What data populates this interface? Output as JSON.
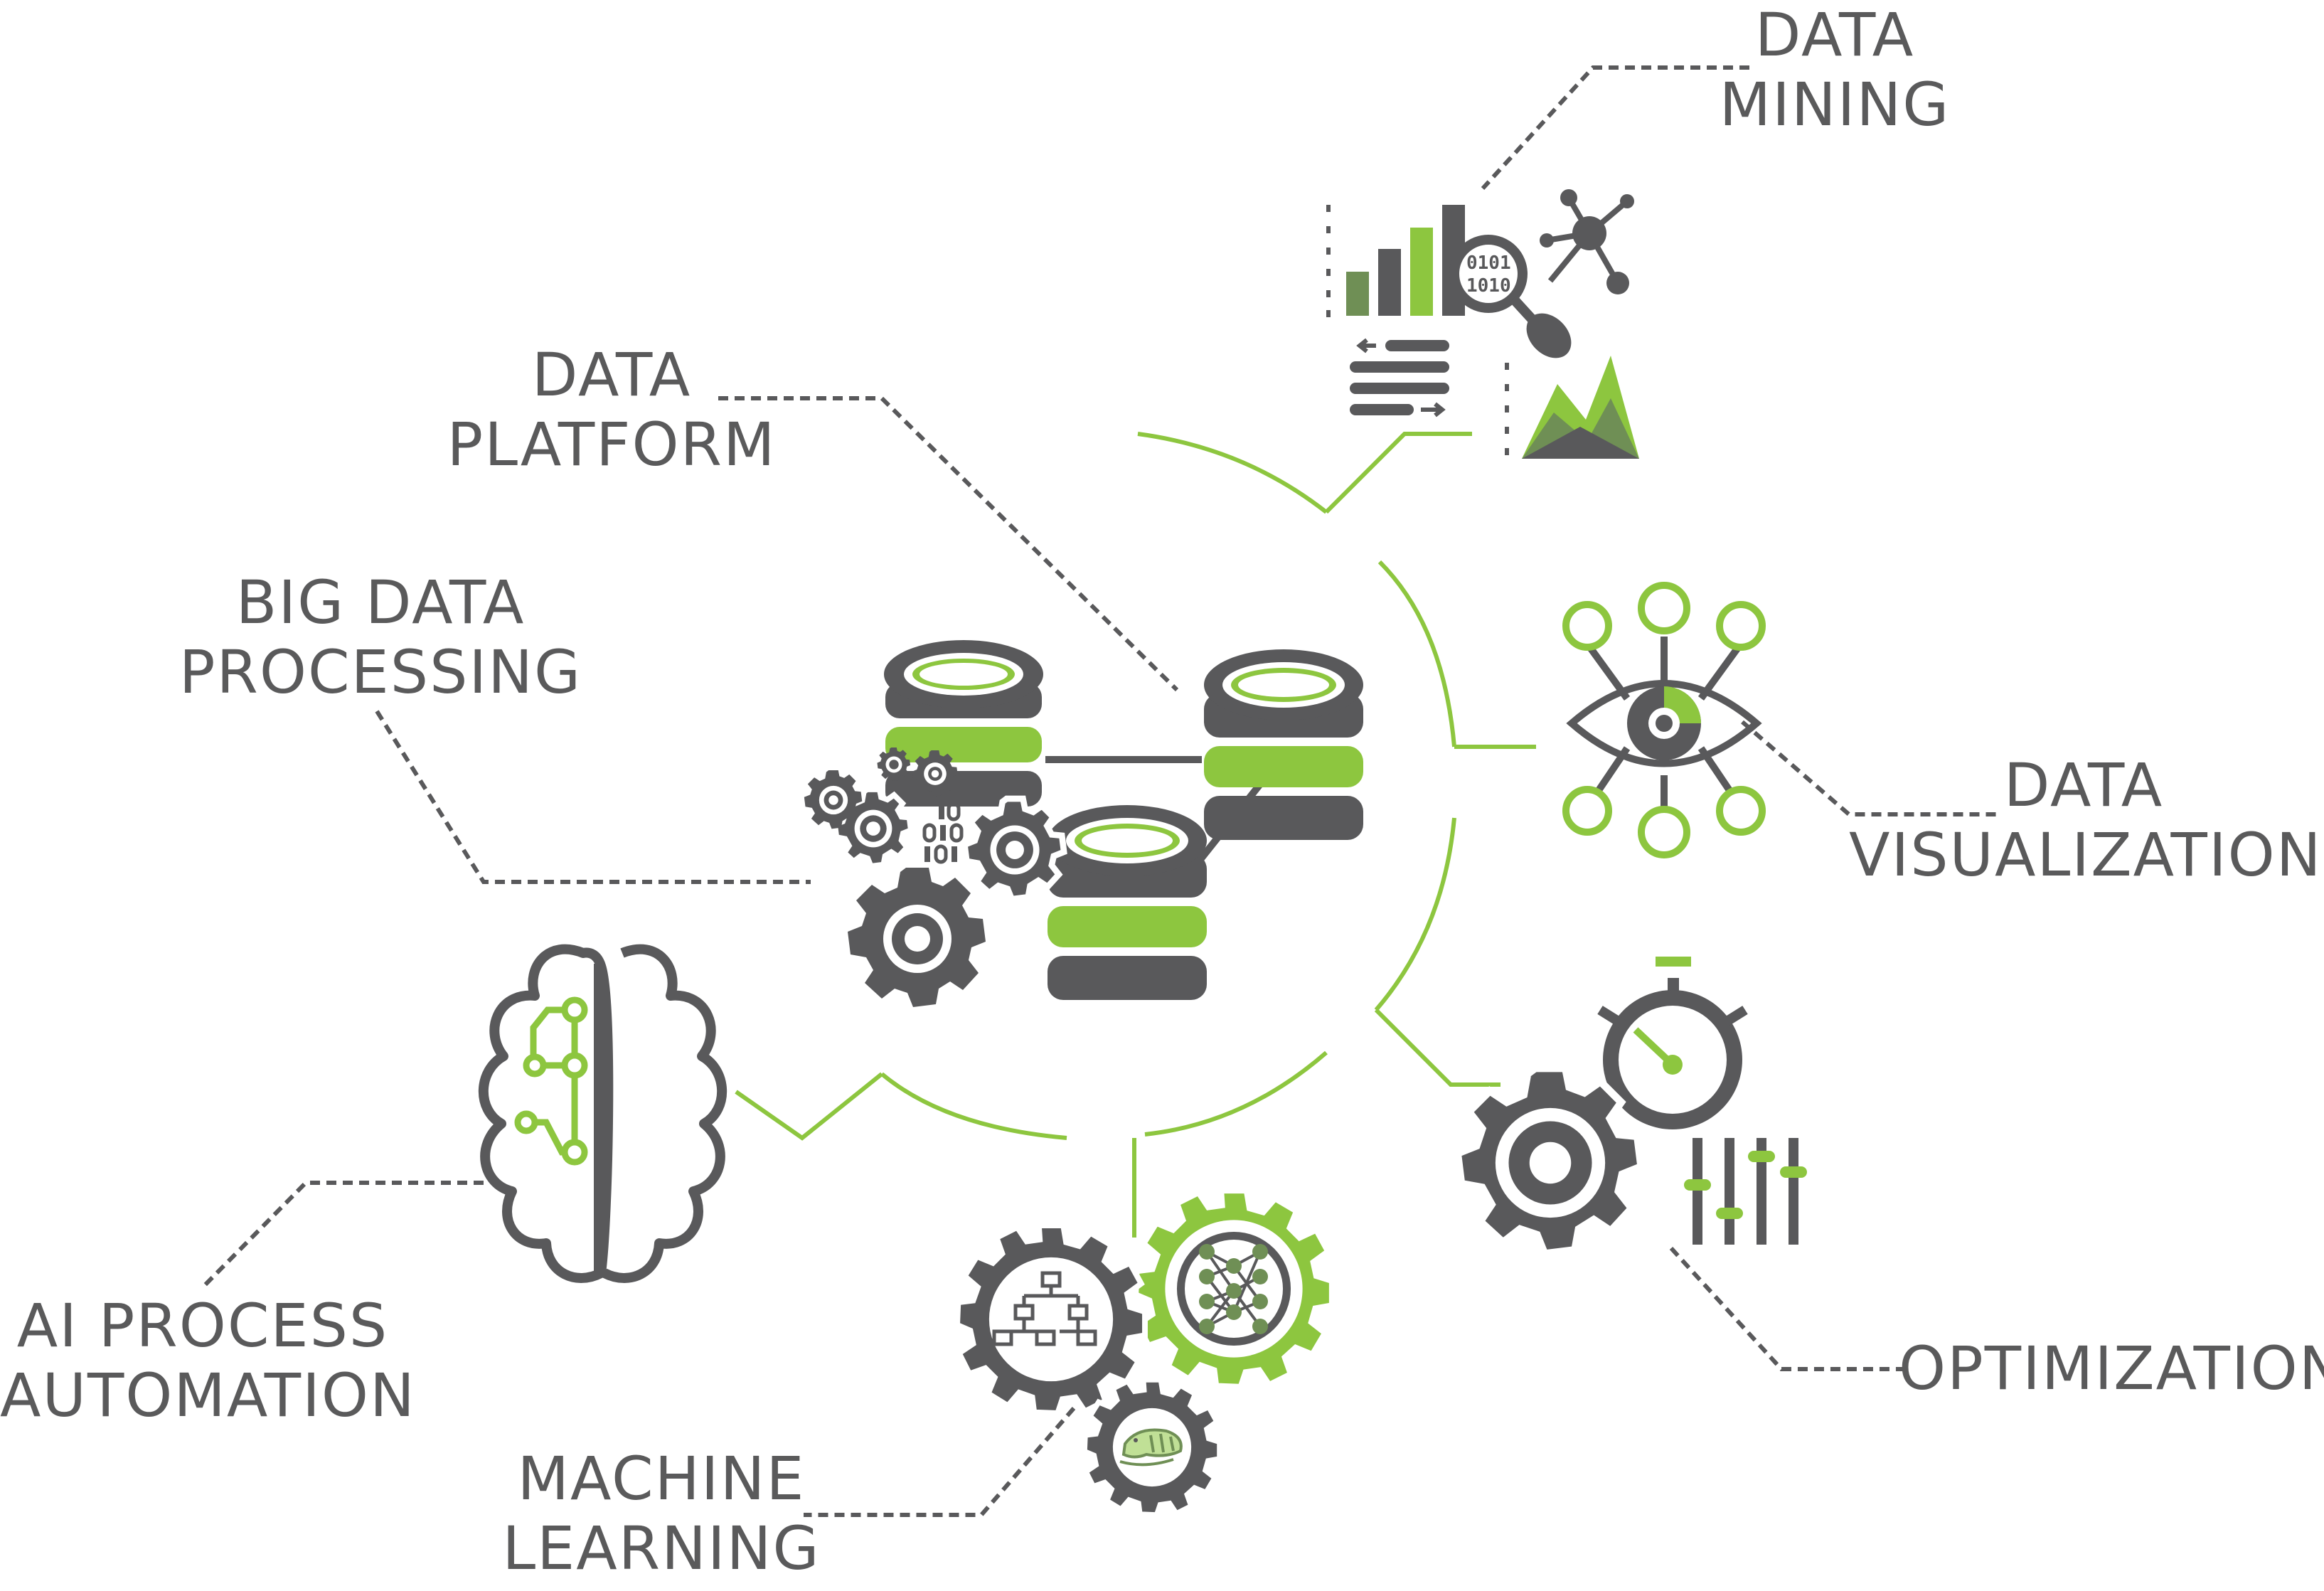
{
  "colors": {
    "gray": "#59595b",
    "green": "#8dc63f",
    "olive": "#6f8f55",
    "white": "#ffffff"
  },
  "labels": {
    "data_mining": {
      "line1": "DATA",
      "line2": "MINING"
    },
    "data_platform": {
      "line1": "DATA",
      "line2": "PLATFORM"
    },
    "big_data_processing": {
      "line1": "BIG DATA",
      "line2": "PROCESSING"
    },
    "data_visualization": {
      "line1": "DATA",
      "line2": "VISUALIZATION"
    },
    "optimization": {
      "line1": "OPTIMIZATION"
    },
    "ai_process_automation": {
      "line1": "AI PROCESS",
      "line2": "AUTOMATION"
    },
    "machine_learning": {
      "line1": "MACHINE",
      "line2": "LEARNING"
    }
  },
  "icons": {
    "center": "database-cluster-icon",
    "data_mining": "bar-chart-magnifier-icon",
    "data_visualization": "eye-network-icon",
    "optimization": "stopwatch-gear-sliders-icon",
    "ai_process_automation": "circuit-brain-icon",
    "machine_learning": "gear-trio-icon"
  }
}
